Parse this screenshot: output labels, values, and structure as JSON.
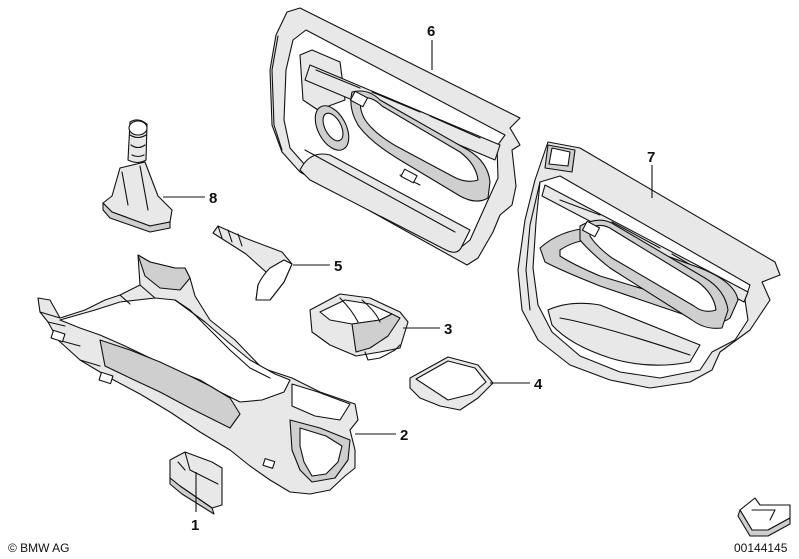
{
  "callouts": {
    "c1": "1",
    "c2": "2",
    "c3": "3",
    "c4": "4",
    "c5": "5",
    "c6": "6",
    "c7": "7",
    "c8": "8"
  },
  "footer": {
    "copyright": "© BMW AG",
    "diagram_number": "00144145"
  },
  "icons": {
    "orientation": "direction-arrow-icon"
  }
}
